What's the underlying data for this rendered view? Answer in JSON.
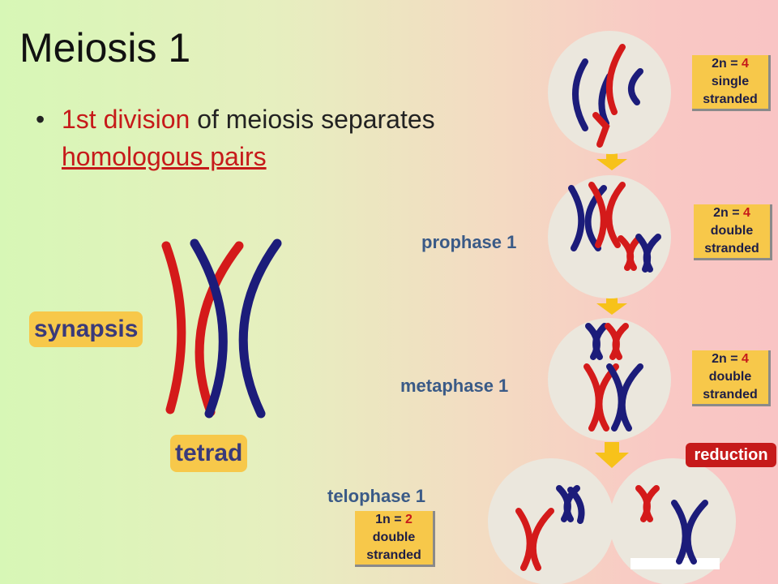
{
  "title": "Meiosis 1",
  "bullet": {
    "marker": "•",
    "part1": "1st division",
    "part2": " of meiosis separates ",
    "part3": "homologous pairs"
  },
  "labels": {
    "synapsis": "synapsis",
    "tetrad": "tetrad",
    "prophase": "prophase 1",
    "metaphase": "metaphase 1",
    "telophase": "telophase 1",
    "reduction": "reduction"
  },
  "info_boxes": [
    {
      "prefix": "2n = ",
      "num": "4",
      "line2": "single",
      "line3": "stranded"
    },
    {
      "prefix": "2n = ",
      "num": "4",
      "line2": "double",
      "line3": "stranded"
    },
    {
      "prefix": "2n = ",
      "num": "4",
      "line2": "double",
      "line3": "stranded"
    },
    {
      "prefix": "1n = ",
      "num": "2",
      "line2": "double",
      "line3": "stranded"
    }
  ],
  "colors": {
    "chromosome_red": "#d41a1a",
    "chromosome_blue": "#1c1c7a",
    "cell": "#ebe7dd",
    "arrow": "#f7c21a",
    "label_bg": "#f7c84a"
  }
}
